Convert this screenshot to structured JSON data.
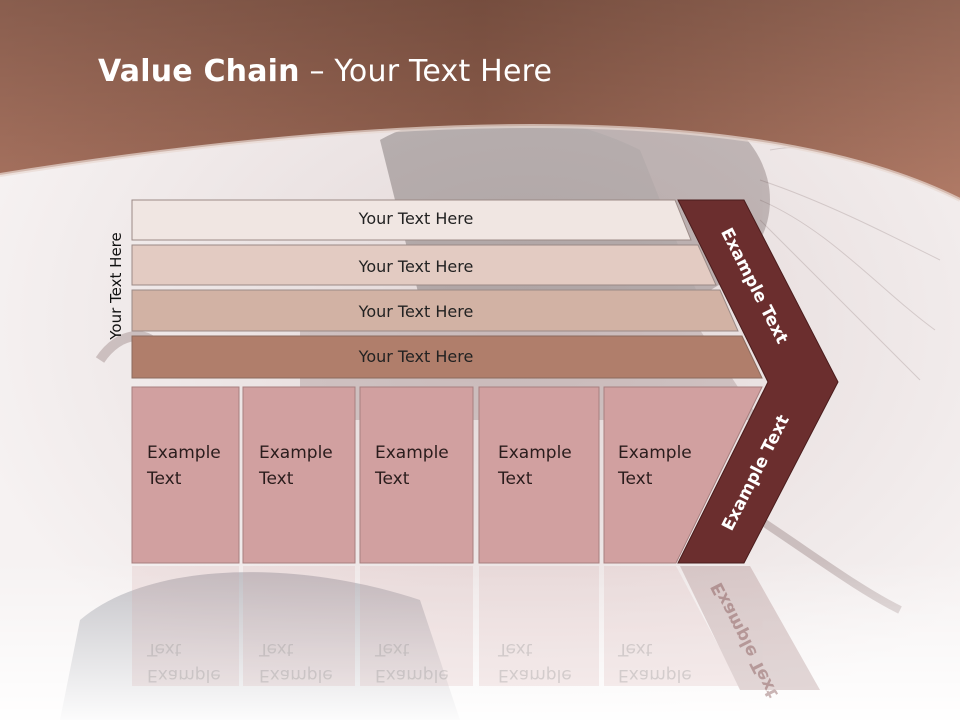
{
  "slide": {
    "title_bold": "Value Chain",
    "title_rest": " – Your Text Here",
    "side_label": "Your Text Here"
  },
  "bars": [
    {
      "label": "Your Text Here",
      "color": "#f0e6e2"
    },
    {
      "label": "Your Text Here",
      "color": "#e3cbc2"
    },
    {
      "label": "Your Text Here",
      "color": "#d2b2a4"
    },
    {
      "label": "Your Text Here",
      "color": "#b07e6b"
    }
  ],
  "boxes": [
    {
      "line1": "Example",
      "line2": "Text"
    },
    {
      "line1": "Example",
      "line2": "Text"
    },
    {
      "line1": "Example",
      "line2": "Text"
    },
    {
      "line1": "Example",
      "line2": "Text"
    },
    {
      "line1": "Example",
      "line2": "Text"
    }
  ],
  "chevron": {
    "upper_label": "Example Text",
    "lower_label": "Example Text",
    "color": "#6b2e2e"
  },
  "colors": {
    "header": "#9a6250",
    "box_fill": "#d1a0a0",
    "box_border": "#a87f7f"
  }
}
